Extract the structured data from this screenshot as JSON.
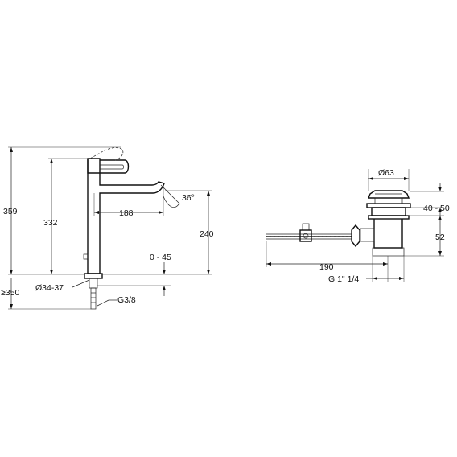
{
  "faucet": {
    "dim_total_height": "359",
    "dim_body_height": "332",
    "dim_spout_reach": "188",
    "dim_spout_angle": "36°",
    "dim_spout_clearance": "240",
    "dim_deck_thickness": "0 - 45",
    "dim_hole_diameter": "Ø34-37",
    "dim_min_length": "≥350",
    "dim_connection": "G3/8"
  },
  "waste": {
    "dim_plug_diameter": "Ø63",
    "dim_adjust_range": "40 - 50",
    "dim_body_height": "52",
    "dim_rod_length": "190",
    "dim_thread": "G 1\" 1/4"
  }
}
